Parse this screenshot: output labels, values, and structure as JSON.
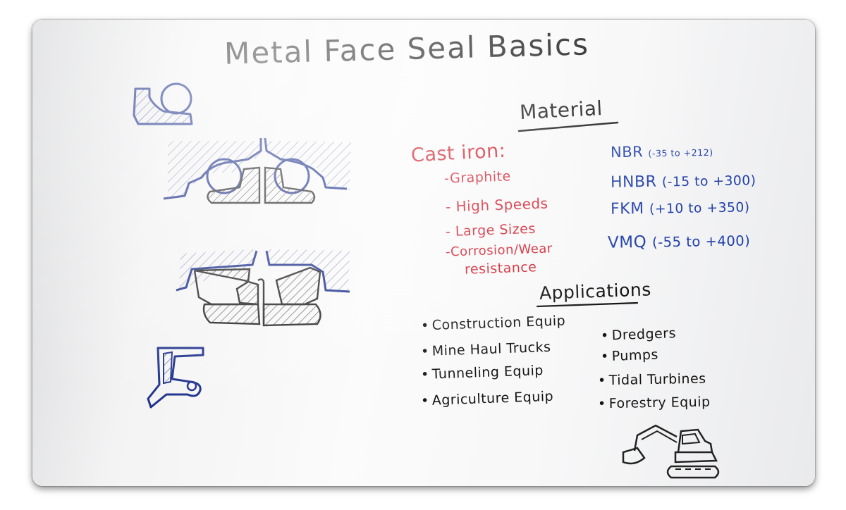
{
  "title": "Metal Face Seal Basics",
  "material": {
    "heading": "Material",
    "cast_iron": {
      "label": "Cast iron:",
      "points": [
        "-Graphite",
        "- High Speeds",
        "- Large Sizes",
        "-Corrosion/Wear",
        "resistance"
      ]
    },
    "elastomers": [
      {
        "name": "NBR",
        "range": "(-35 to +212)"
      },
      {
        "name": "HNBR",
        "range": "(-15 to +300)"
      },
      {
        "name": "FKM",
        "range": "(+10 to +350)"
      },
      {
        "name": "VMQ",
        "range": "(-55 to +400)"
      }
    ]
  },
  "applications": {
    "heading": "Applications",
    "bullet": "•",
    "left": [
      "Construction Equip",
      "Mine Haul Trucks",
      "Tunneling Equip",
      "Agriculture Equip"
    ],
    "right": [
      "Dredgers",
      "Pumps",
      "Tidal Turbines",
      "Forestry Equip"
    ]
  },
  "colors": {
    "black_ink": "#141414",
    "red_ink": "#d2202f",
    "blue_ink": "#1f3fa8"
  },
  "icons": [
    "o-ring-seal-sketch",
    "metal-face-seal-pair-sketch",
    "seal-assembly-sketch",
    "l-seal-sketch",
    "excavator-sketch"
  ]
}
